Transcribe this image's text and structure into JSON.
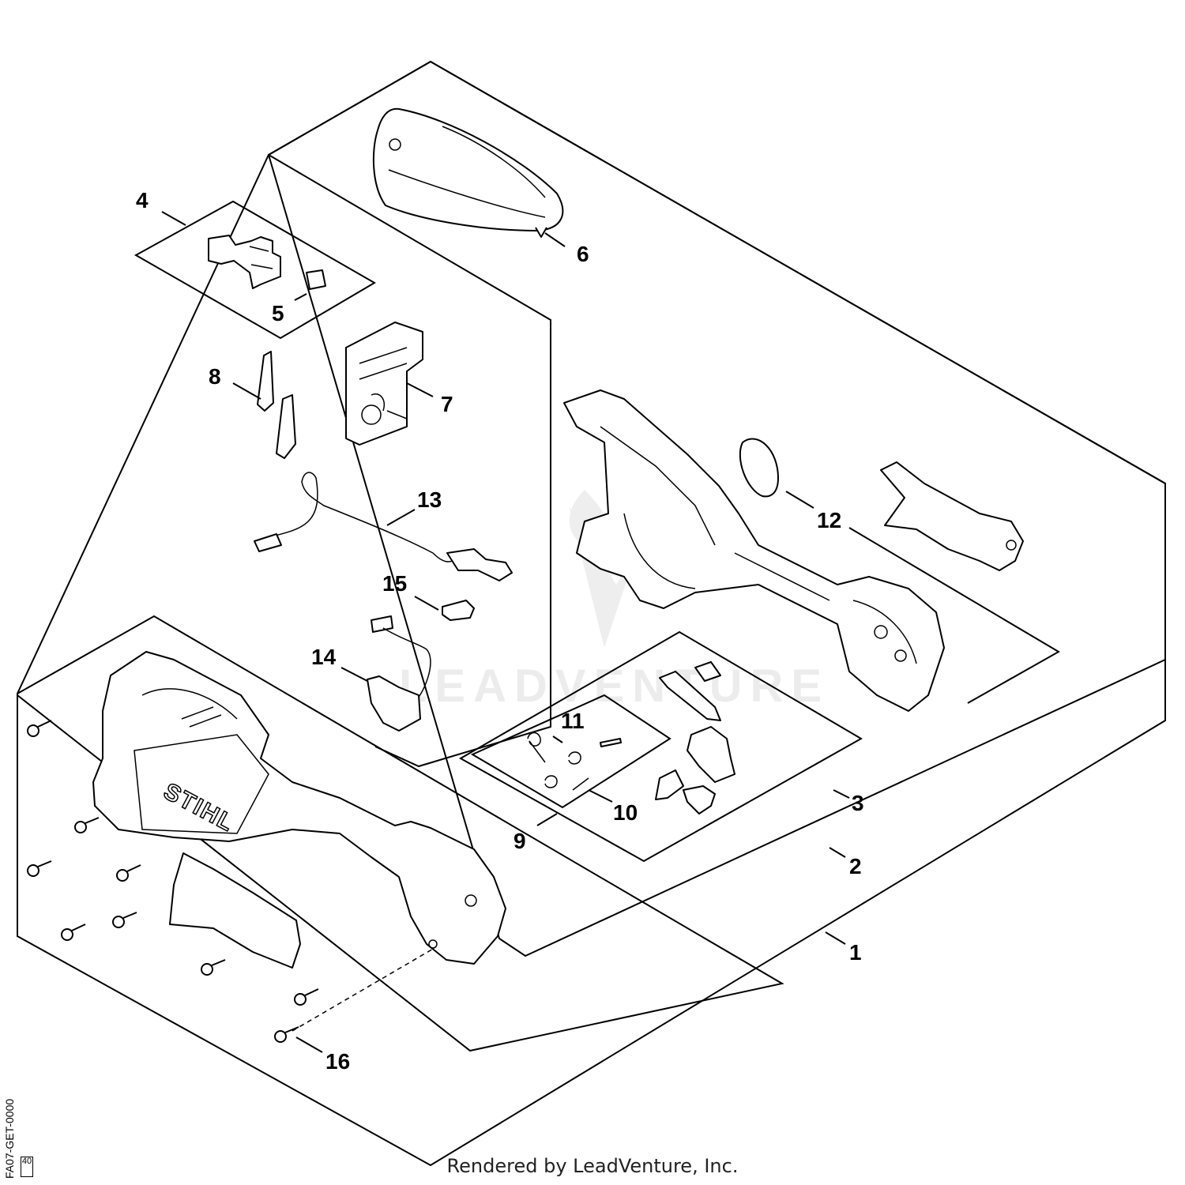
{
  "callouts": [
    {
      "n": "1"
    },
    {
      "n": "2"
    },
    {
      "n": "3"
    },
    {
      "n": "4"
    },
    {
      "n": "5"
    },
    {
      "n": "6"
    },
    {
      "n": "7"
    },
    {
      "n": "8"
    },
    {
      "n": "9"
    },
    {
      "n": "10"
    },
    {
      "n": "11"
    },
    {
      "n": "12"
    },
    {
      "n": "13"
    },
    {
      "n": "14"
    },
    {
      "n": "15"
    },
    {
      "n": "16"
    }
  ],
  "housing_logo": "STIHL",
  "watermark": "LEADVENTURE",
  "credit": "Rendered by LeadVenture, Inc.",
  "drawing_code": "FA07-GET-0000",
  "drawing_code_sub": "40"
}
